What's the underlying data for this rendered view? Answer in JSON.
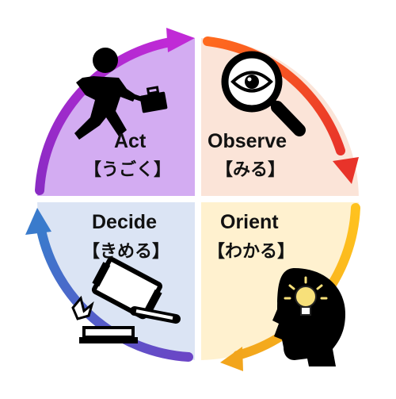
{
  "diagram": {
    "quadrants": {
      "observe": {
        "title": "Observe",
        "subtitle": "【みる】",
        "icon": "magnifying-glass-eye-icon",
        "fill": "#fbe4d8",
        "arrow": "#f04a24"
      },
      "orient": {
        "title": "Orient",
        "subtitle": "【わかる】",
        "icon": "head-lightbulb-icon",
        "fill": "#fff1cf",
        "arrow": "#f5b21d"
      },
      "decide": {
        "title": "Decide",
        "subtitle": "【きめる】",
        "icon": "gavel-icon",
        "fill": "#dbe4f4",
        "arrow": "#3f76c8"
      },
      "act": {
        "title": "Act",
        "subtitle": "【うごく】",
        "icon": "running-businessman-icon",
        "fill": "#d3acf2",
        "arrow": "#9a22c9"
      }
    }
  }
}
